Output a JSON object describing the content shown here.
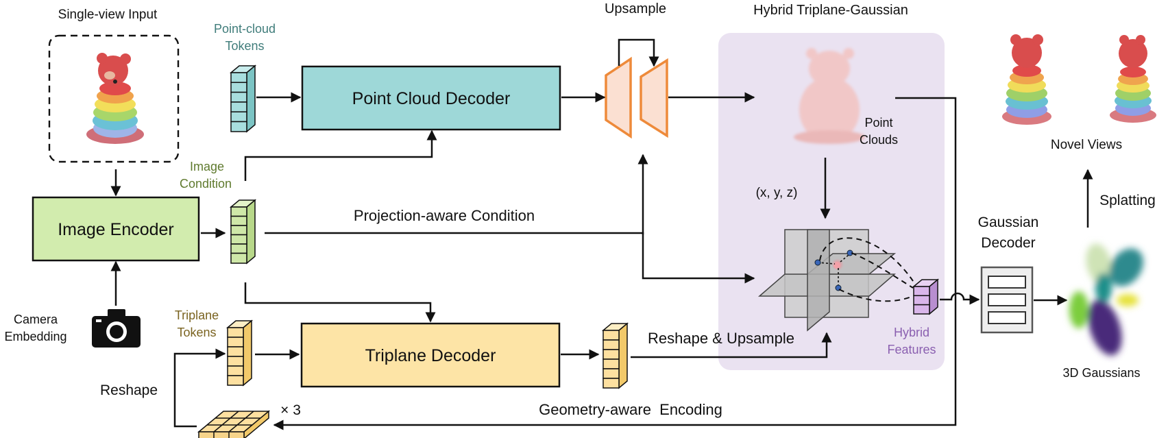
{
  "labels": {
    "single_view_input": "Single-view Input",
    "point_cloud_tokens_1": "Point-cloud",
    "point_cloud_tokens_2": "Tokens",
    "point_cloud_decoder": "Point Cloud Decoder",
    "upsample": "Upsample",
    "hybrid_title": "Hybrid Triplane-Gaussian",
    "point_clouds_1": "Point",
    "point_clouds_2": "Clouds",
    "novel_views": "Novel Views",
    "image_condition_1": "Image",
    "image_condition_2": "Condition",
    "image_encoder": "Image Encoder",
    "projection_aware_condition": "Projection-aware Condition",
    "xyz": "(x, y, z)",
    "splatting": "Splatting",
    "gaussian_decoder_1": "Gaussian",
    "gaussian_decoder_2": "Decoder",
    "camera_embedding_1": "Camera",
    "camera_embedding_2": "Embedding",
    "triplane_tokens_1": "Triplane",
    "triplane_tokens_2": "Tokens",
    "triplane_decoder": "Triplane Decoder",
    "reshape_upsample": "Reshape & Upsample",
    "hybrid_features_1": "Hybrid",
    "hybrid_features_2": "Features",
    "three_d_gaussians": "3D Gaussians",
    "reshape": "Reshape",
    "times_three": "× 3",
    "geometry_aware_encoding": "Geometry-aware  Encoding"
  },
  "colors": {
    "point_cloud_decoder": "#9ed8d8",
    "image_encoder": "#d2ecae",
    "triplane_decoder": "#fde4a6",
    "upsample_block": "#fbe0d2",
    "upsample_stroke": "#ee8a3a",
    "hybrid_panel": "#eae2f1",
    "teal_text": "#3f7c7a",
    "olive_text": "#5f7a2e",
    "brown_text": "#7a6320",
    "purple_text": "#8a5fb0",
    "token_teal": "#a8dede",
    "token_green": "#cfe8a8",
    "token_yellow": "#fde0a0",
    "token_purple": "#d9b6ea"
  }
}
